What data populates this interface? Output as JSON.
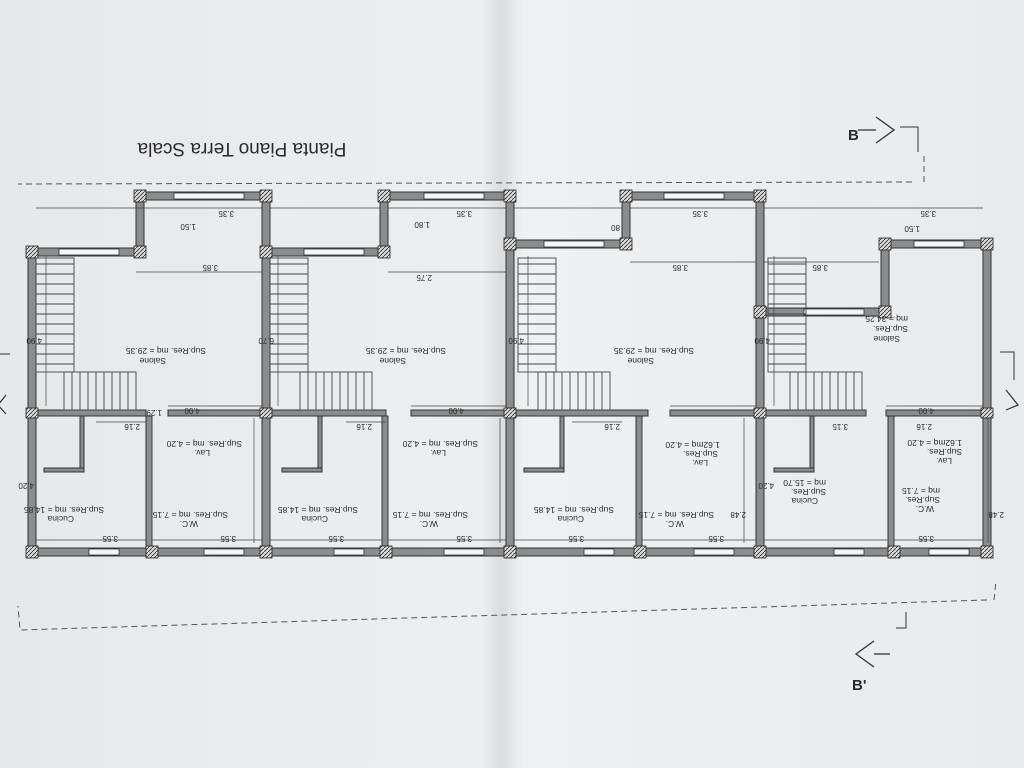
{
  "title": "Pianta Piano Terra Scala",
  "section_marks": {
    "top": "B",
    "bottom": "B'"
  },
  "dims": {
    "d335": "3.35",
    "d150": "1.50",
    "d180": "1.80",
    "d80": "80",
    "d385": "3.85",
    "d275": "2.75",
    "d670": "6.70",
    "d490": "4.90",
    "d400": "4.00",
    "d129": "1.29",
    "d216": "2.16",
    "d315": "3.15",
    "d420": "4.20",
    "d355": "3.55",
    "d248": "2.48"
  },
  "rooms": {
    "salone": "Salone",
    "sup_res": "Sup.Res.",
    "salone_a": "Sup.Res. mq = 29.35",
    "salone_d": "mq = 34.25",
    "cucina": "Cucina",
    "cucina_std": "Sup.Res. mq = 14.85",
    "cucina_d": "mq = 15.70",
    "wc": "W.C.",
    "wc_std": "Sup.Res. mq = 7.15",
    "wc_d": "mq = 7.15",
    "lav": "Lav.",
    "lav_std": "Sup.Res. mq = 4.20",
    "lav_d": "1.62mq = 4.20"
  }
}
